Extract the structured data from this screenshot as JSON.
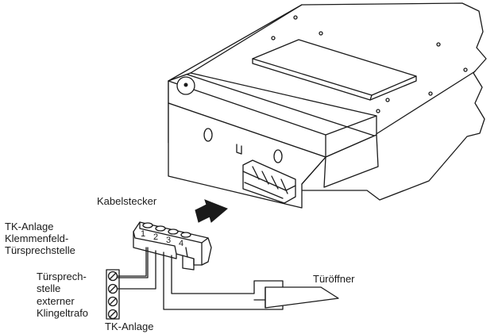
{
  "labels": {
    "kabelstecker": "Kabelstecker",
    "tk_block": [
      "TK-Anlage",
      "Klemmenfeld-",
      "Türsprechstelle"
    ],
    "tuersprech": [
      "Türsprech-",
      "stelle"
    ],
    "trafo": [
      "externer",
      "Klingeltrafo"
    ],
    "tk_anlage": "TK-Anlage",
    "tueroeffner": "Türöffner"
  },
  "terminal_numbers": [
    "1",
    "2",
    "3",
    "4"
  ]
}
